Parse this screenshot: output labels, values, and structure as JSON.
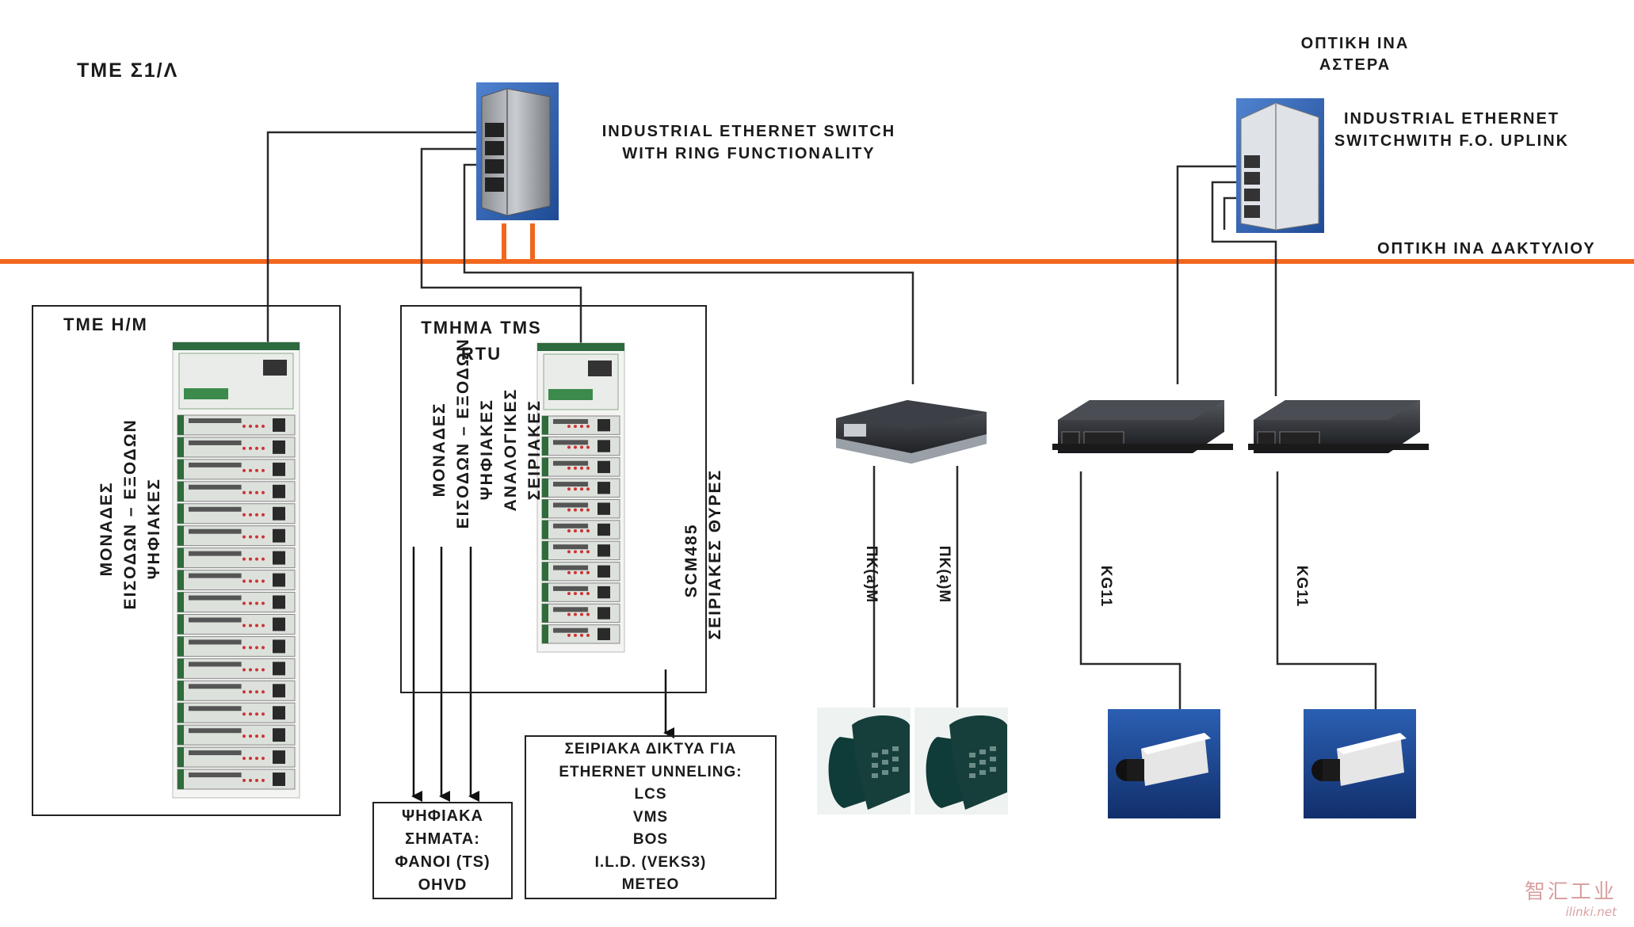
{
  "labels": {
    "site_top_left": "ΤΜΕ Σ1/Λ",
    "optical_star": [
      "ΟΠΤΙΚΗ ΙΝΑ",
      "ΑΣΤΕΡΑ"
    ],
    "switch_ring": [
      "INDUSTRIAL ETHERNET SWITCH",
      "WITH RING FUNCTIONALITY"
    ],
    "switch_fo": [
      "INDUSTRIAL ETHERNET",
      "SWITCHWITH F.O. UPLINK"
    ],
    "optical_ring": "ΟΠΤΙΚΗ ΙΝΑ ΔΑΚΤΥΛΙΟΥ"
  },
  "tme_hm": {
    "title": "ΤΜΕ Η/Μ",
    "side_text": [
      "ΜΟΝΑΔΕΣ",
      "ΕΙΣΟΔΩΝ – ΕΞΟΔΩΝ",
      "ΨΗΦΙΑΚΕΣ"
    ]
  },
  "tms_rtu": {
    "title": [
      "ΤΜΗΜΑ TMS",
      "RTU"
    ],
    "side_text": [
      "ΜΟΝΑΔΕΣ",
      "ΕΙΣΟΔΩΝ – ΕΞΟΔΩΝ",
      "ΨΗΦΙΑΚΕΣ",
      "ΑΝΑΛΟΓΙΚΕΣ",
      "ΣΕΙΡΙΑΚΕΣ"
    ],
    "serial_text": [
      "SCM485",
      "ΣΕΙΡΙΑΚΕΣ ΘΥΡΕΣ"
    ]
  },
  "digital_signals": {
    "lines": [
      "ΨΗΦΙΑΚΑ",
      "ΣΗΜΑΤΑ:",
      "ΦΑΝΟΙ (TS)",
      "OHVD"
    ]
  },
  "serial_networks": {
    "lines": [
      "ΣΕΙΡΙΑΚΑ ΔΙΚΤΥΑ ΓΙΑ",
      "ETHERNET UNNELING:",
      "LCS",
      "VMS",
      "BOS",
      "I.L.D. (VEKS3)",
      "METEO"
    ]
  },
  "link_labels": {
    "phone_left": "ΠΚ(a)Μ",
    "phone_right": "ΠΚ(a)Μ",
    "cam_left": "KG11",
    "cam_right": "KG11"
  },
  "colors": {
    "ring_line": "#f2661e",
    "ring_drop": "#f2661e",
    "wire": "#2a2a2a",
    "switch_bg": "#2f63b0",
    "camera_bg": "#1e4a9a"
  },
  "icons": {
    "switch_ring": "industrial-switch-icon",
    "switch_fo": "fiber-switch-icon",
    "router": "voip-gateway-icon",
    "encoder": "video-encoder-icon",
    "phone": "telephone-icon",
    "camera": "cctv-camera-icon",
    "io_rack": "io-module-rack-icon"
  },
  "watermark": {
    "text": "智汇工业",
    "sub": "ilinki.net"
  }
}
